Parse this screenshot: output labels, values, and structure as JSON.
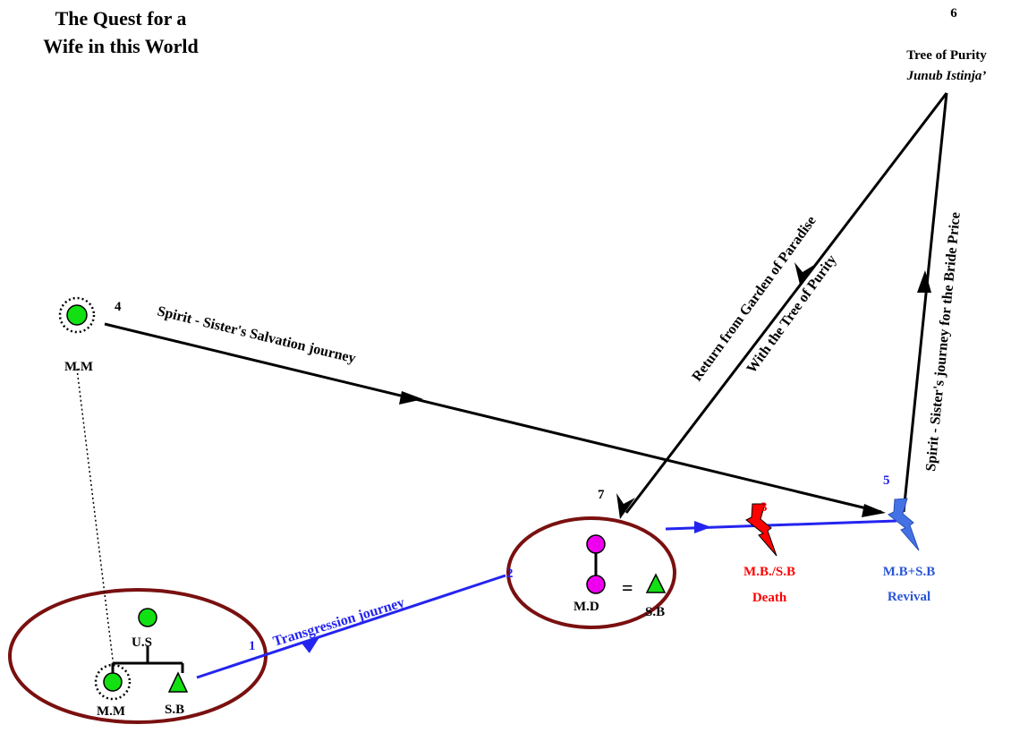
{
  "title": {
    "line1": "The Quest for a",
    "line2": "Wife in this World"
  },
  "colors": {
    "ellipse": "#7a1010",
    "green": "#12e012",
    "magenta": "#ee00ee",
    "blue": "#2424f0",
    "light_blue": "#4472e6",
    "red": "#ff0000",
    "black": "#000000"
  },
  "numbers": {
    "n1": "1",
    "n2": "2",
    "n3": "3",
    "n4": "4",
    "n5": "5",
    "n6": "6",
    "n7": "7"
  },
  "nodes": {
    "top_mm": "M.M",
    "us": "U.S",
    "left_mm": "M.M",
    "left_sb": "S.B",
    "md": "M.D",
    "equals": "=",
    "right_sb": "S.B"
  },
  "tree": {
    "label": "Tree of Purity",
    "sublabel": "Junub Istinja’"
  },
  "death": {
    "label": "M.B./S.B",
    "sublabel": "Death"
  },
  "revival": {
    "label": "M.B+S.B",
    "sublabel": "Revival"
  },
  "paths": {
    "transgression": "Transgression journey",
    "salvation": "Spirit - Sister's Salvation journey",
    "return_line1": "Return from Garden of Paradise",
    "return_line2": "With the Tree of Purity",
    "bride_price": "Spirit - Sister's journey for the Bride Price"
  }
}
